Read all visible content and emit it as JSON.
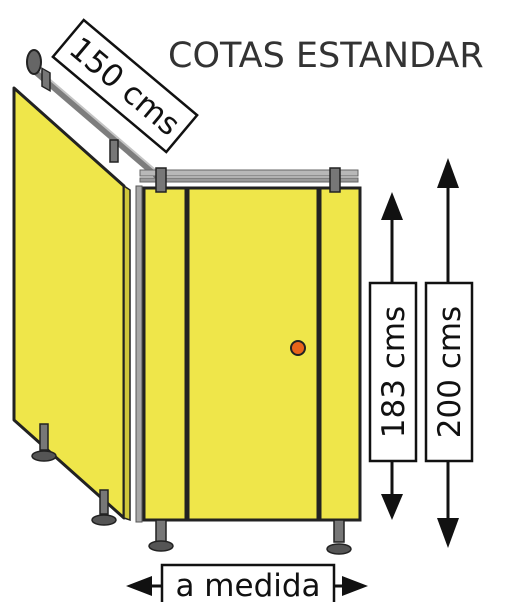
{
  "title": "COTAS ESTANDAR",
  "dimensions": {
    "depth_label": "150 cms",
    "height_short_label": "183 cms",
    "height_total_label": "200 cms",
    "width_label": "a medida"
  },
  "colors": {
    "panel_fill": "#efe64a",
    "outline": "#222222",
    "rail": "#9a9a9a",
    "door_knob": "#e8641a"
  }
}
